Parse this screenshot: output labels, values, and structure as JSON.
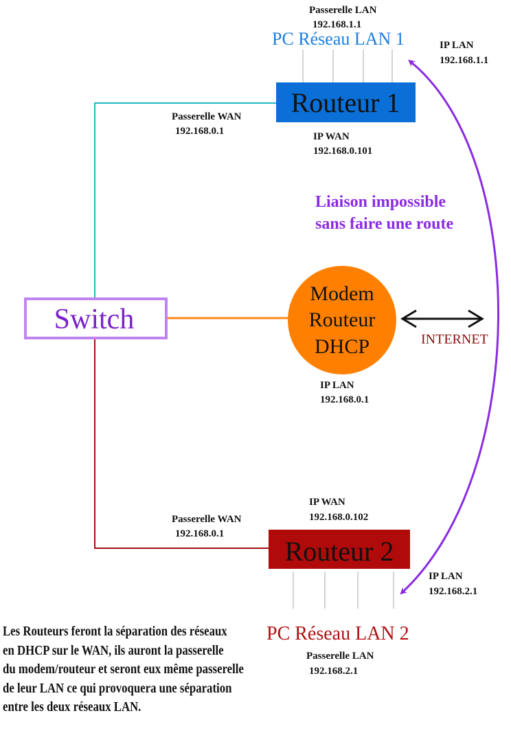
{
  "routeur1": {
    "label": "Routeur 1",
    "passerelle_lan_title": "Passerelle LAN",
    "passerelle_lan_ip": "192.168.1.1",
    "pc_reseau": "PC Réseau LAN 1",
    "ip_lan_title": "IP LAN",
    "ip_lan_ip": "192.168.1.1",
    "passerelle_wan_title": "Passerelle WAN",
    "passerelle_wan_ip": "192.168.0.1",
    "ip_wan_title": "IP WAN",
    "ip_wan_ip": "192.168.0.101"
  },
  "liaison": {
    "line1": "Liaison impossible",
    "line2": "sans faire une route"
  },
  "switch": {
    "label": "Switch"
  },
  "modem": {
    "line1": "Modem",
    "line2": "Routeur",
    "line3": "DHCP",
    "ip_lan_title": "IP LAN",
    "ip_lan_ip": "192.168.0.1"
  },
  "internet": {
    "label": "INTERNET"
  },
  "routeur2": {
    "label": "Routeur 2",
    "ip_wan_title": "IP WAN",
    "ip_wan_ip": "192.168.0.102",
    "passerelle_wan_title": "Passerelle WAN",
    "passerelle_wan_ip": "192.168.0.1",
    "ip_lan_title": "IP LAN",
    "ip_lan_ip": "192.168.2.1",
    "pc_reseau": "PC Réseau LAN 2",
    "passerelle_lan_title": "Passerelle LAN",
    "passerelle_lan_ip": "192.168.2.1"
  },
  "note": {
    "lines": [
      "Les Routeurs feront la séparation des réseaux",
      "en DHCP sur le WAN, ils auront la passerelle",
      "du modem/routeur et seront eux même passerelle",
      "de leur LAN ce qui provoquera une séparation",
      "entre les deux réseaux LAN."
    ]
  },
  "colors": {
    "router1": "#0a6fd6",
    "router2": "#b00a0a",
    "switch_border": "#c084f0",
    "switch_text": "#7a22c8",
    "modem": "#ff8000",
    "cyan_link": "#20b8c0",
    "orange_link": "#ff8a1a",
    "darkred_link": "#a01010",
    "purple_arrow": "#8a2be2",
    "pc_lan1": "#1a7fe0",
    "pc_lan2": "#b01010",
    "internet_text": "#8b1010"
  }
}
